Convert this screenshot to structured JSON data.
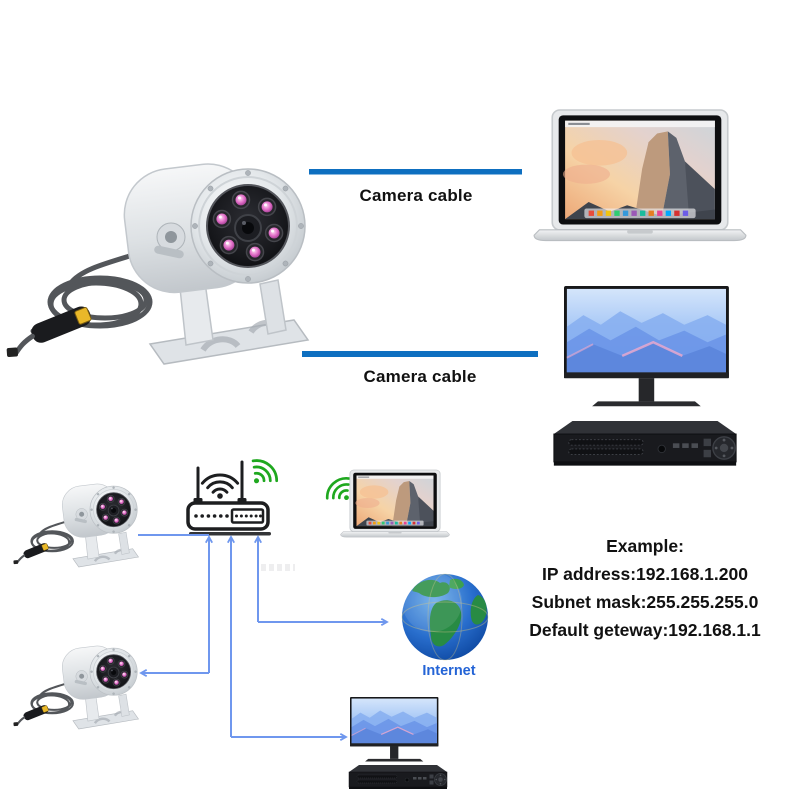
{
  "connections": {
    "camera_cable_top": "Camera cable",
    "camera_cable_bottom": "Camera cable"
  },
  "network": {
    "internet_label": "Internet",
    "example": {
      "title": "Example:",
      "lines": [
        "IP address:192.168.1.200",
        "Subnet mask:255.255.255.0",
        "Default geteway:192.168.1.1"
      ]
    }
  },
  "colors": {
    "cable_bar": "#0e6fc0",
    "arrow": "#6f97ee",
    "wifi_signal": "#1fa81f",
    "internet_label": "#2464d6",
    "text": "#111111",
    "camera_led": "#e06cc6"
  },
  "icons": {
    "camera": "underwater-camera-icon",
    "router": "wifi-router-icon",
    "laptop": "laptop-icon",
    "monitor": "monitor-icon",
    "dvr": "dvr-icon",
    "globe": "internet-globe-icon",
    "wifi": "wifi-signal-icon"
  }
}
